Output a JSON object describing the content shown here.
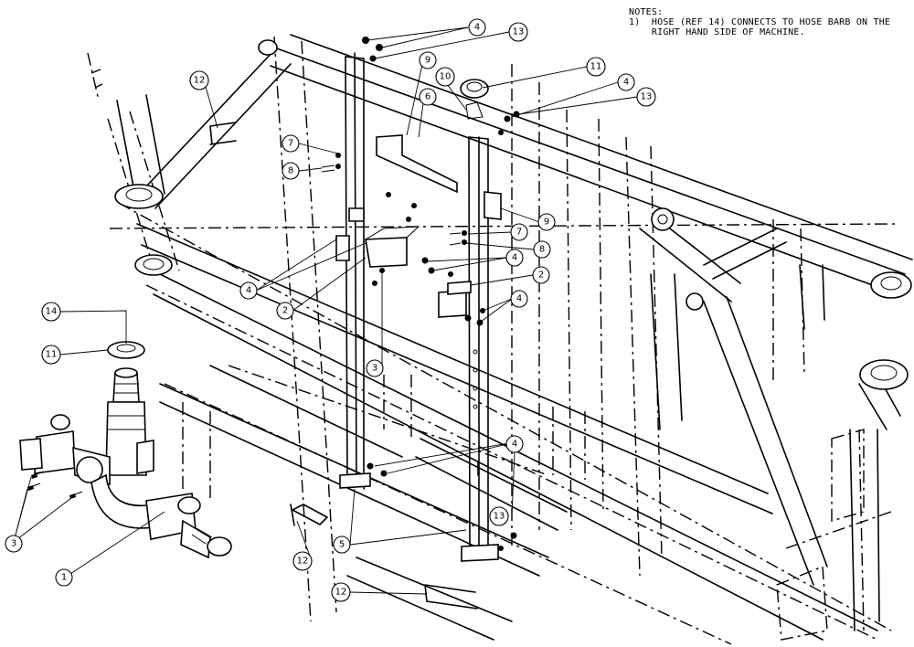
{
  "notes": {
    "heading": "NOTES:",
    "line1": "1)  HOSE (REF 14) CONNECTS TO HOSE BARB ON THE",
    "line2": "    RIGHT HAND SIDE OF MACHINE."
  },
  "callouts": [
    "1",
    "2",
    "3",
    "4",
    "5",
    "6",
    "7",
    "8",
    "9",
    "10",
    "11",
    "12",
    "13",
    "14"
  ],
  "colors": {
    "ink": "#000000",
    "paper": "#ffffff"
  }
}
